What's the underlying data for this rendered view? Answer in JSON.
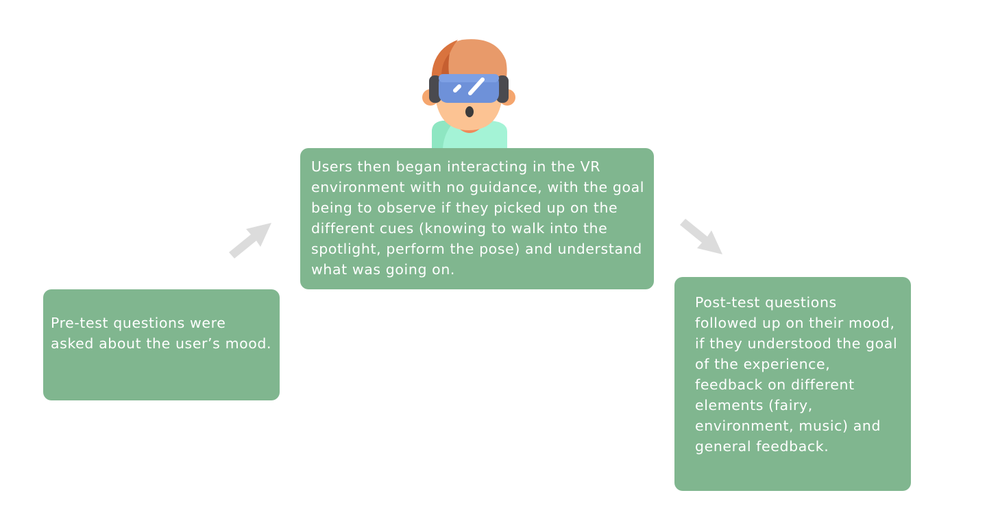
{
  "steps": [
    {
      "text": "Pre-test questions were asked about the user’s mood."
    },
    {
      "text": "Users then began interacting in the VR environment with no guidance, with the goal being to observe if they picked up on the different cues (knowing to walk into the spotlight, perform the pose) and understand what was going on."
    },
    {
      "text": "Post-test questions followed up on their mood, if they understood the goal of the experience, feedback on different elements (fairy, environment, music) and general feedback."
    }
  ],
  "colors": {
    "card_background": "#80b68f",
    "card_text": "#ffffff",
    "arrow": "#dcdcdc",
    "headset": "#6e91d9"
  },
  "icons": {
    "avatar": "vr-headset-user-icon",
    "arrow_up_right": "arrow-up-right-icon",
    "arrow_down_right": "arrow-down-right-icon"
  }
}
